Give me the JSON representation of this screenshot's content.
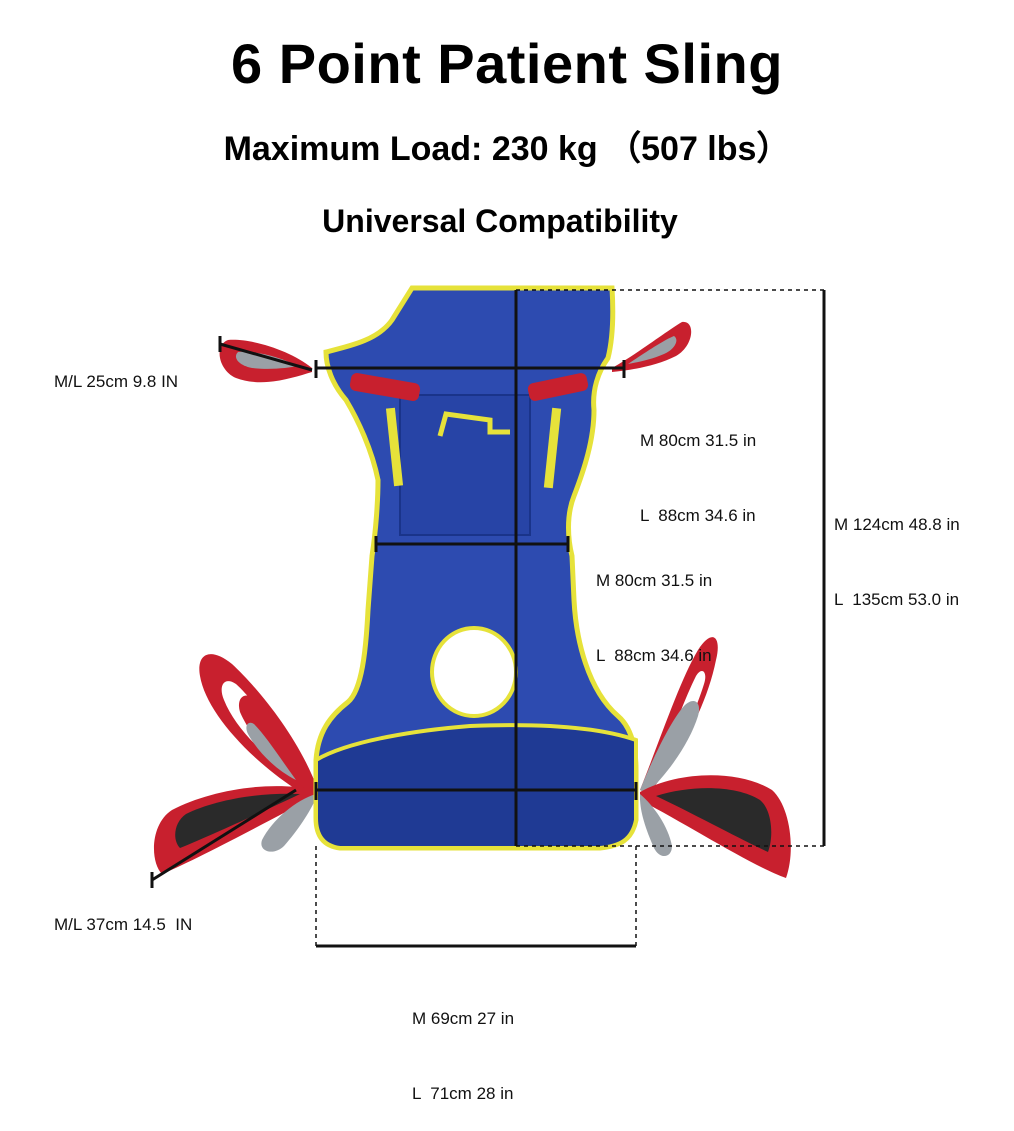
{
  "header": {
    "title": "6 Point Patient Sling",
    "max_load": "Maximum Load: 230 kg （507 lbs）",
    "compatibility": "Universal Compatibility"
  },
  "measurements": {
    "top_loop": "M/L 25cm 9.8 IN",
    "shoulder_width": {
      "m": "M 80cm 31.5 in",
      "l": "L  88cm 34.6 in"
    },
    "total_height": {
      "m": "M 124cm 48.8 in",
      "l": "L  135cm 53.0 in"
    },
    "waist_width": {
      "m": "M 80cm 31.5 in",
      "l": "L  88cm 34.6 in"
    },
    "leg_loop": "M/L 37cm 14.5  IN",
    "bottom_width": {
      "m": "M 69cm 27 in",
      "l": "L  71cm 28 in"
    }
  },
  "colors": {
    "sling_body": "#2d4bb0",
    "sling_dark": "#1f3a94",
    "trim": "#e6e23a",
    "strap": "#c8202e",
    "strap_inner": "#9aa0a6",
    "dimension_line": "#111111"
  }
}
